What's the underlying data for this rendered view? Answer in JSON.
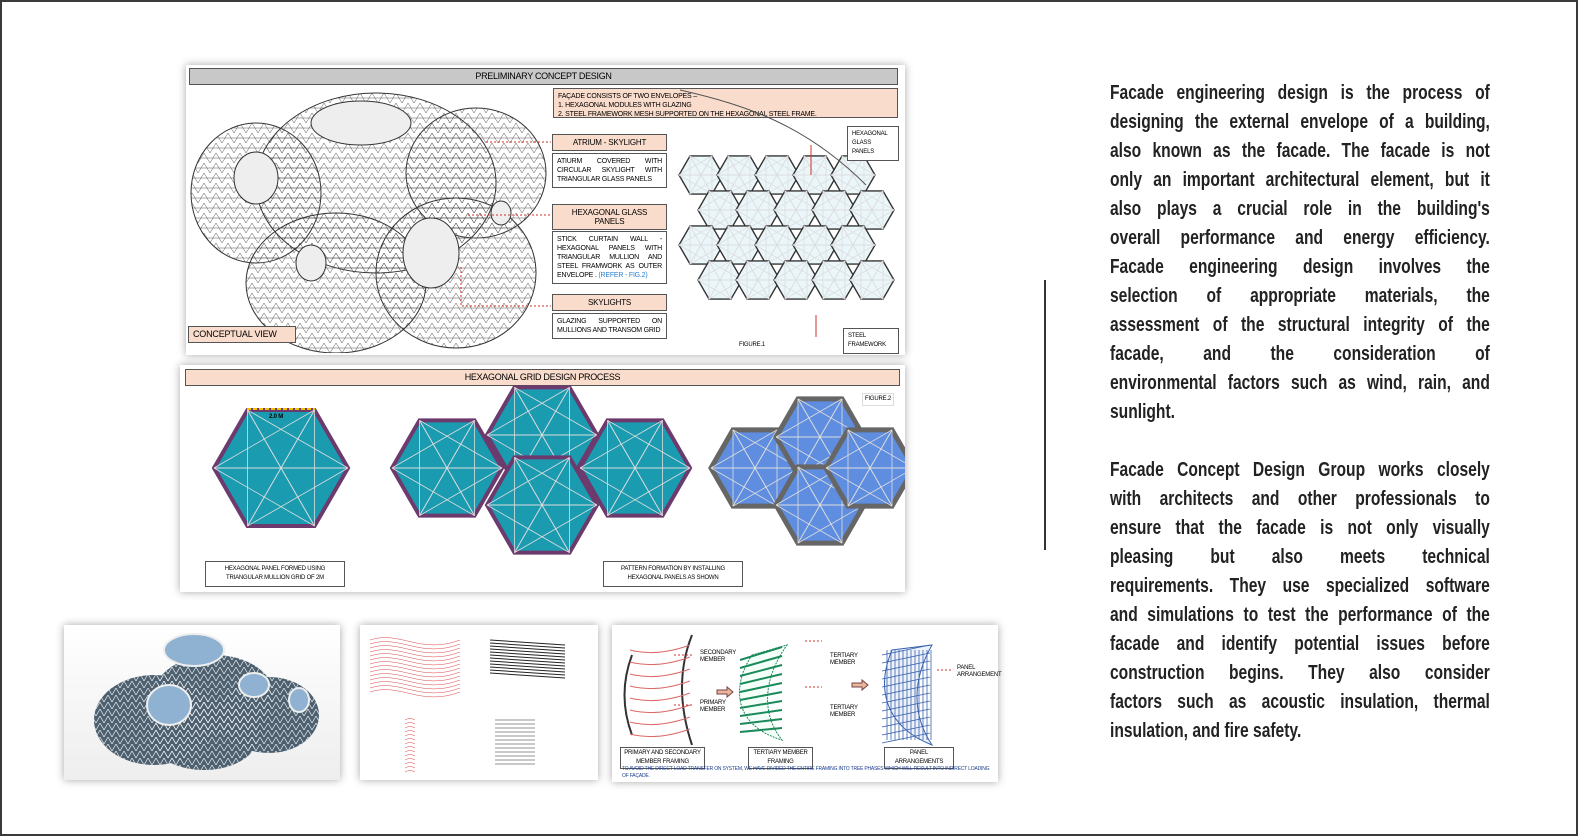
{
  "panel_concept": {
    "title": "PRELIMINARY CONCEPT DESIGN",
    "intro": [
      "FAÇADE CONSISTS OF TWO ENVELOPES –",
      "1. HEXAGONAL MODULES WITH GLAZING",
      "2. STEEL FRAMEWORK MESH SUPPORTED ON THE HEXAGONAL STEEL FRAME."
    ],
    "callouts": [
      {
        "title": "ATRIUM - SKYLIGHT",
        "body": "ATIURM COVERED WITH CIRCULAR SKYLIGHT WITH TRIANGULAR GLASS PANELS"
      },
      {
        "title": "HEXAGONAL GLASS PANELS",
        "body": "STICK CURTAIN WALL - HEXAGONAL PANELS WITH TRIANGULAR MULLION AND STEEL FRAMWORK AS OUTER ENVELOPE .",
        "ref": "(REFER - FIG.2)"
      },
      {
        "title": "SKYLIGHTS",
        "body": "GLAZING SUPPORTED ON MULLIONS AND TRANSOM GRID"
      }
    ],
    "conceptual_view": "CONCEPTUAL VIEW",
    "label_hex": "HEXAGONAL GLASS PANELS",
    "label_steel": "STEEL FRAMEWORK",
    "figure": "FIGURE.1"
  },
  "panel_grid": {
    "title": "HEXAGONAL GRID DESIGN PROCESS",
    "figure": "FIGURE.2",
    "dim": "2.0 M",
    "caption_left": "HEXAGONAL PANEL FORMED USING TRIANGULAR MULLION GRID OF 2M",
    "caption_right": "PATTERN FORMATION BY INSTALLING HEXAGONAL PANELS AS SHOWN"
  },
  "panel_framing": {
    "secondary": "SECONDARY MEMBER",
    "primary": "PRIMARY MEMBER",
    "tertiary_top": "TERTIARY MEMBER",
    "tertiary": "TERTIARY MEMBER",
    "panel_arr": "PANEL ARRANGEMENT",
    "cap1": "PRIMARY AND SECONDARY MEMBER FRAMING",
    "cap2": "TERTIARY MEMBER FRAMING",
    "cap3": "PANEL ARRANGEMENTS",
    "note": "TO AVOID THE DIRECT LOAD TRANSFER ON SYSTEM, WE HAVE DIVIDED THE ENTIRE FRAMING INTO TREE PHASES WHICH WILL RESULT INTO INDIRECT LOADING OF FAÇADE."
  },
  "description": {
    "para1": [
      "Facade engineering design is the process of",
      "designing the external envelope of a building,",
      "also known as the facade. The facade is not",
      "only an important architectural element, but it",
      "also plays a crucial role in the building's",
      "overall performance and energy efficiency.",
      "Facade engineering design involves the",
      "selection of appropriate materials, the",
      "assessment of the structural integrity of the",
      "facade, and the consideration of",
      "environmental factors such as wind, rain, and",
      "sunlight."
    ],
    "para2": [
      "Facade Concept Design Group works closely",
      "with architects and other professionals to",
      "ensure that the facade is not only visually",
      "pleasing but also meets technical",
      "requirements. They use specialized software",
      "and simulations to test the performance of the",
      "facade and identify potential issues before",
      "construction begins. They also consider",
      "factors such as acoustic insulation, thermal",
      "insulation, and fire safety."
    ]
  },
  "colors": {
    "peach": "#f9dccb",
    "teal": "#1a9bb0",
    "purple": "#6d3a6e",
    "glass_blue": "#5f8ee0",
    "accent_red": "#d32f2f"
  }
}
